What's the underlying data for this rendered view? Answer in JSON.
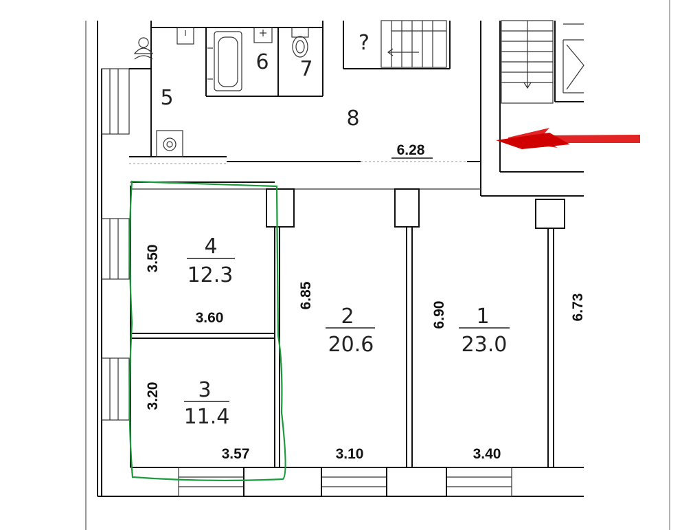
{
  "colors": {
    "highlight_outline": "#1a9a3a",
    "arrow": "#e01818",
    "walls": "#111111"
  },
  "rooms": [
    {
      "id": "1",
      "number": "1",
      "area": "23.0"
    },
    {
      "id": "2",
      "number": "2",
      "area": "20.6"
    },
    {
      "id": "3",
      "number": "3",
      "area": "11.4"
    },
    {
      "id": "4",
      "number": "4",
      "area": "12.3"
    },
    {
      "id": "5",
      "number": "5"
    },
    {
      "id": "6",
      "number": "6"
    },
    {
      "id": "7",
      "number": "7"
    },
    {
      "id": "8",
      "number": "8"
    },
    {
      "id": "stair",
      "number": "?"
    }
  ],
  "dimensions": {
    "corridor_length": "6.28",
    "room4_height": "3.50",
    "room4_width": "3.60",
    "room3_height": "3.20",
    "room3_width": "3.57",
    "room2_height": "6.85",
    "room2_width": "3.10",
    "room1_height": "6.90",
    "room1_width": "3.40",
    "right_height": "6.73"
  },
  "icons": [
    "washbasin-icon",
    "bathtub-icon",
    "toilet-icon",
    "stove-icon",
    "entrance-arrow-icon"
  ]
}
